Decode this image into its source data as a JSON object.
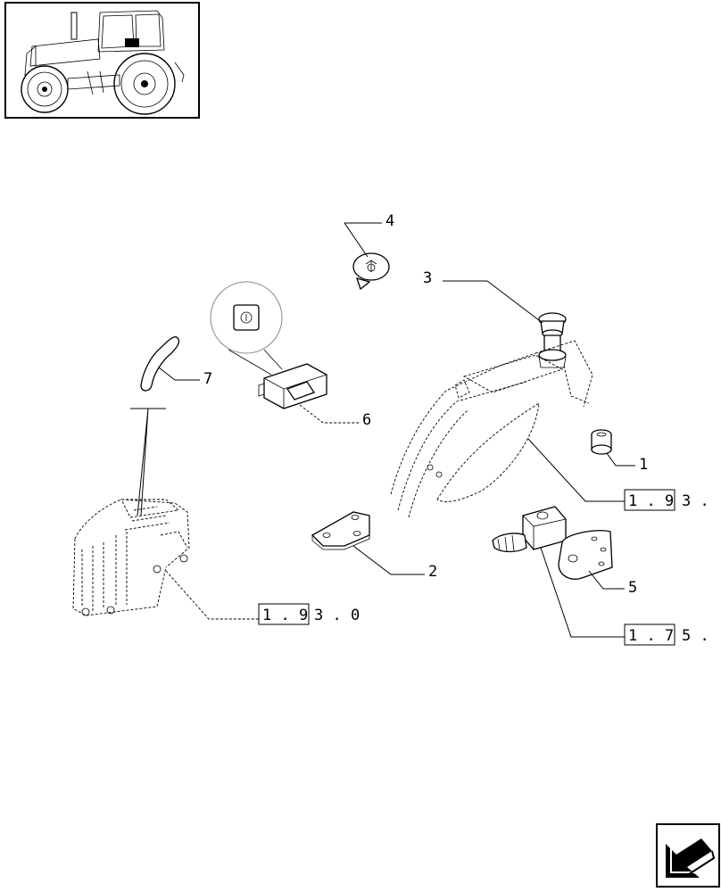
{
  "callouts": {
    "c1": "1",
    "c2": "2",
    "c3": "3",
    "c4": "4",
    "c5": "5",
    "c6": "6",
    "c7": "7"
  },
  "references": {
    "r1": {
      "boxed": "1 . 9",
      "rest": "3 . 0"
    },
    "r2": {
      "boxed": "1 . 9",
      "rest": "3 ."
    },
    "r3": {
      "boxed": "1 . 7",
      "rest": "5 ."
    }
  },
  "icons": {
    "thumbnail": "tractor-icon",
    "next_page": "next-page-arrow-icon"
  }
}
